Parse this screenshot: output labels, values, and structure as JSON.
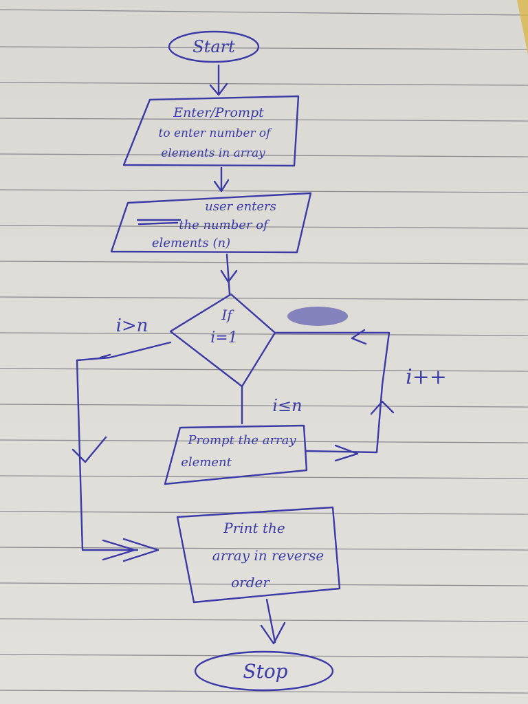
{
  "diagram": {
    "start": "Start",
    "prompt_count": [
      "Enter/Prompt",
      "to enter number of",
      "elements in array"
    ],
    "user_enters": [
      "user enters",
      "the number of",
      "elements (n)"
    ],
    "decision": [
      "If",
      "i=1"
    ],
    "branch_false": "i>n",
    "branch_true": "i≤n",
    "increment": "i++",
    "prompt_element": [
      "Prompt the array",
      "element"
    ],
    "print": [
      "Print the",
      "array in reverse",
      "order"
    ],
    "stop": "Stop"
  },
  "colors": {
    "ink": "#3b39a6",
    "paper": "#dedcd6",
    "rule": "#6f7078"
  }
}
